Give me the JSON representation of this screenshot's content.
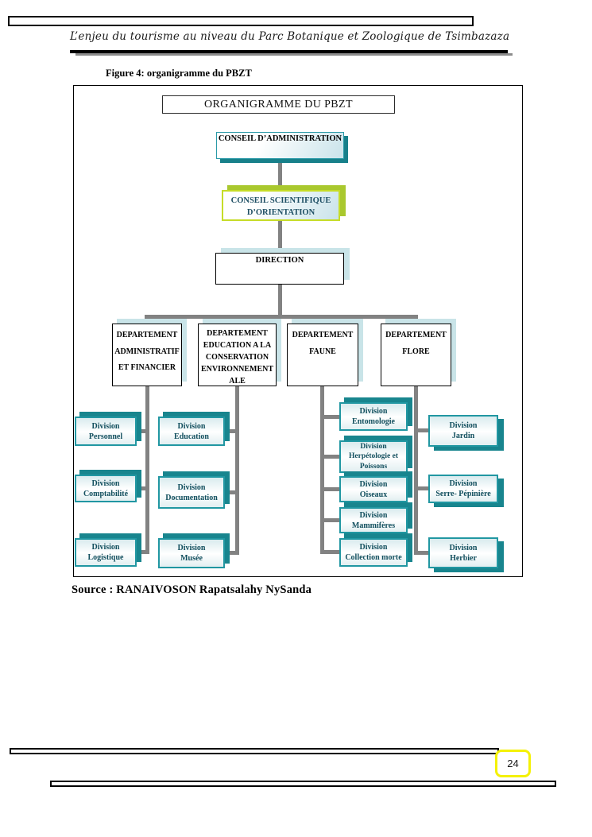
{
  "page": {
    "header": "L’enjeu du tourisme au niveau du Parc Botanique et Zoologique de Tsimbazaza",
    "figure_caption": "Figure 4: organigramme du PBZT",
    "source": "Source : RANAIVOSON Rapatsalahy NySanda",
    "page_number": "24"
  },
  "org_chart": {
    "title": "ORGANIGRAMME DU PBZT",
    "division_word": "Division",
    "conseil_administration": "CONSEIL D’ADMINISTRATION",
    "conseil_scientifique": {
      "line1": "CONSEIL SCIENTIFIQUE",
      "line2": "D’ORIENTATION"
    },
    "direction": "DIRECTION",
    "departments": [
      {
        "lines": [
          "DEPARTEMENT",
          "ADMINISTRATIF",
          "ET FINANCIER"
        ],
        "divisions": [
          {
            "name": "Personnel"
          },
          {
            "name": "Comptabilité"
          },
          {
            "name": "Logistique"
          }
        ]
      },
      {
        "lines": [
          "DEPARTEMENT",
          "EDUCATION A LA",
          "CONSERVATION",
          "ENVIRONNEMENT",
          "ALE"
        ],
        "divisions": [
          {
            "name": "Education"
          },
          {
            "name": "Documentation"
          },
          {
            "name": "Musée"
          }
        ]
      },
      {
        "lines": [
          "DEPARTEMENT",
          "FAUNE"
        ],
        "divisions": [
          {
            "name": "Entomologie"
          },
          {
            "name": "Herpétologie et Poissons"
          },
          {
            "name": "Oiseaux"
          },
          {
            "name": "Mammifères"
          },
          {
            "name": "Collection morte"
          }
        ]
      },
      {
        "lines": [
          "DEPARTEMENT",
          "FLORE"
        ],
        "divisions": [
          {
            "name": "Jardin"
          },
          {
            "name": "Serre- Pépinière"
          },
          {
            "name": "Herbier"
          }
        ]
      }
    ]
  },
  "colors": {
    "teal_border": "#2197a2",
    "teal_shadow": "#18858e",
    "light_blue_shadow": "#c9e4e8",
    "green_border": "#c6dc28",
    "green_shadow": "#a9c82e",
    "connector_gray": "#828282",
    "highlight_yellow": "#f4f106"
  }
}
